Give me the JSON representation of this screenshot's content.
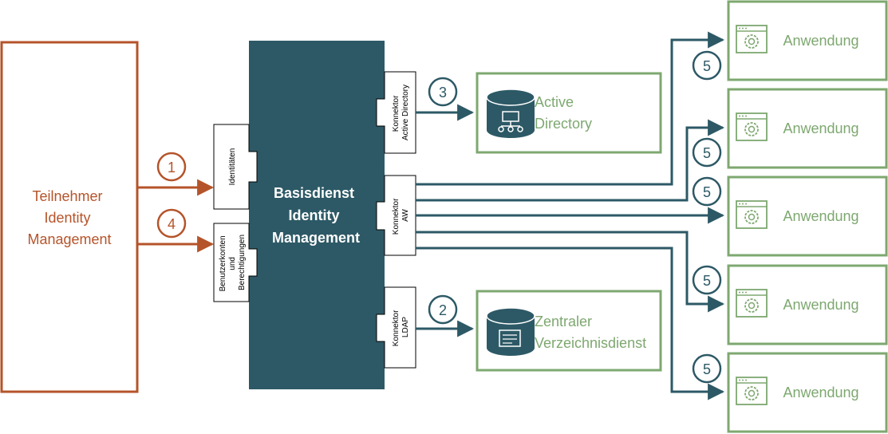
{
  "participant": {
    "lines": [
      "Teilnehmer",
      "Identity",
      "Management"
    ]
  },
  "core": {
    "lines": [
      "Basisdienst",
      "Identity",
      "Management"
    ]
  },
  "ports": {
    "identities": "Identitäten",
    "accounts_lines": [
      "Benutzerkonten",
      "und",
      "Berechtigungen"
    ]
  },
  "connectors": {
    "ad_lines": [
      "Konnektor",
      "Active Directory"
    ],
    "aw_lines": [
      "Konnektor",
      "AW"
    ],
    "ldap_lines": [
      "Konnektor",
      "LDAP"
    ]
  },
  "targets": {
    "ad_lines": [
      "Active",
      "Directory"
    ],
    "ldap_lines": [
      "Zentraler",
      "Verzeichnisdienst"
    ]
  },
  "applications": [
    "Anwendung",
    "Anwendung",
    "Anwendung",
    "Anwendung",
    "Anwendung"
  ],
  "steps": {
    "s1": "1",
    "s2": "2",
    "s3": "3",
    "s4": "4",
    "s5": "5"
  },
  "colors": {
    "participant": "#b5542a",
    "core": "#2d5966",
    "target": "#7ea870",
    "arrow": "#2d5966"
  }
}
